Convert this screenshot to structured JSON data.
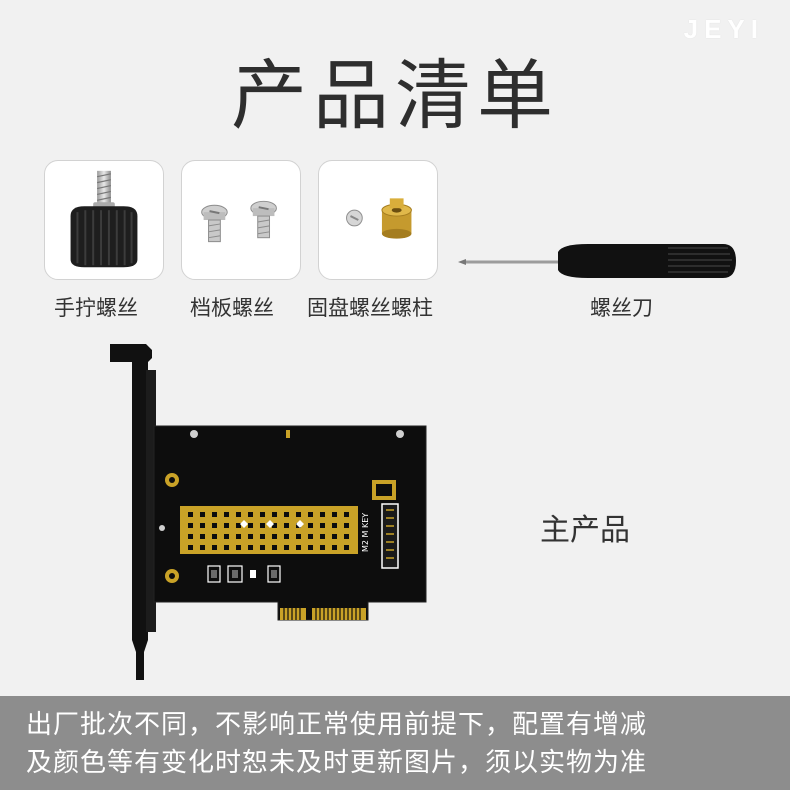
{
  "brand": "JEYI",
  "title": "产品清单",
  "accessories": [
    {
      "label": "手拧螺丝",
      "icon": "thumb-screw-icon"
    },
    {
      "label": "档板螺丝",
      "icon": "bracket-screws-icon"
    },
    {
      "label": "固盘螺丝螺柱",
      "icon": "standoff-screw-icon"
    },
    {
      "label": "螺丝刀",
      "icon": "screwdriver-icon"
    }
  ],
  "main_product": {
    "label": "主产品",
    "board_text": "M2 M KEY"
  },
  "notice": {
    "line1": "出厂批次不同，不影响正常使用前提下，配置有增减",
    "line2": "及颜色等有变化时恕未及时更新图片，须以实物为准"
  },
  "colors": {
    "pcb": "#0d0d0d",
    "gold": "#c9a227",
    "footer_bg": "#8d8d8d"
  }
}
